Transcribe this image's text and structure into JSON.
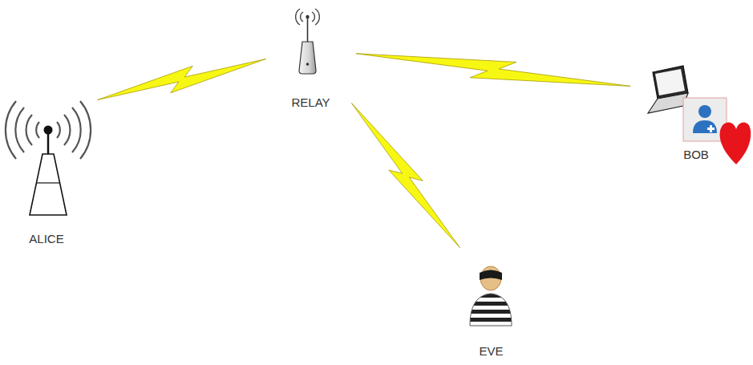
{
  "diagram": {
    "nodes": [
      {
        "text": [
          "ALICE"
        ]
      },
      {
        "text": [
          "RELAY"
        ]
      },
      {
        "text": [
          "BOB"
        ]
      },
      {
        "text": [
          "EVE"
        ]
      }
    ],
    "edges": [
      {
        "from": 0,
        "to": 1,
        "arrow": "none"
      },
      {
        "from": 1,
        "to": 2,
        "arrow": "none"
      },
      {
        "from": 1,
        "to": 3,
        "arrow": "none"
      }
    ]
  }
}
